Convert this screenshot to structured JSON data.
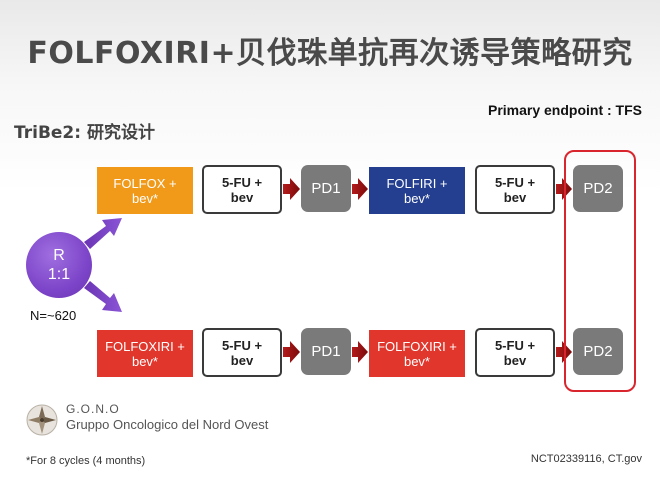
{
  "title": "FOLFOXIRI+贝伐珠单抗再次诱导策略研究",
  "subtitle": "TriBe2: 研究设计",
  "endpoint": "Primary  endpoint : TFS",
  "randomization": {
    "line1": "R",
    "line2": "1:1",
    "n": "N=~620"
  },
  "arm_a": {
    "induction": "FOLFOX +\nbev*",
    "maintenance1": "5-FU +\nbev",
    "pd1": "PD1",
    "reinduction": "FOLFIRI +\nbev*",
    "maintenance2": "5-FU +\nbev",
    "pd2": "PD2"
  },
  "arm_b": {
    "induction": "FOLFOXIRI +\nbev*",
    "maintenance1": "5-FU +\nbev",
    "pd1": "PD1",
    "reinduction": "FOLFOXIRI +\nbev*",
    "maintenance2": "5-FU +\nbev",
    "pd2": "PD2"
  },
  "logo": {
    "name": "G.O.N.O",
    "full": "Gruppo Oncologico del Nord Ovest"
  },
  "footnote": "*For 8 cycles (4 months)",
  "reference": "NCT02339116, CT.gov",
  "colors": {
    "orange": "#f19a1a",
    "navy": "#243f8f",
    "red": "#e1362c",
    "pd_gray": "#7a7a7a",
    "arrow_dark_red": "#8b0f0f",
    "highlight": "#d9262e",
    "purple": "#7d45c9"
  }
}
